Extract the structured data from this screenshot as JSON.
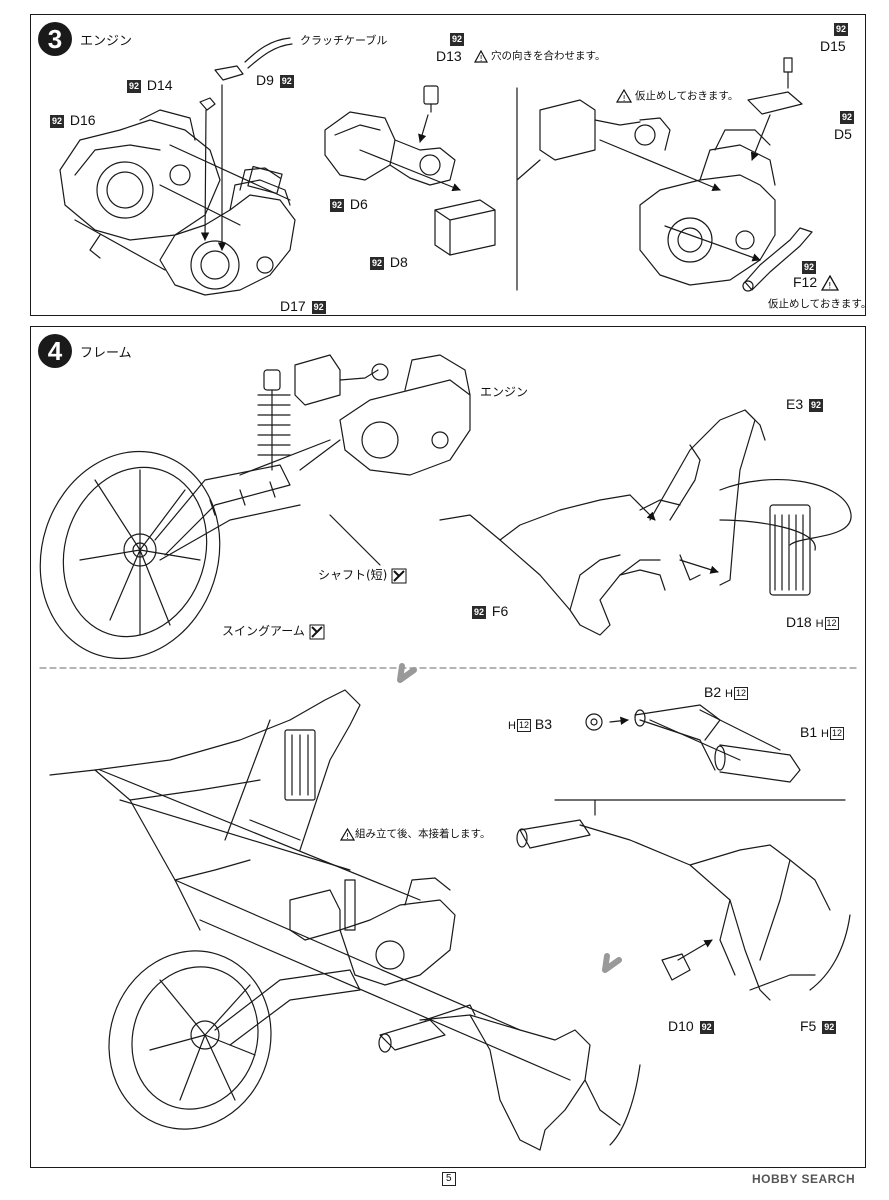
{
  "step3": {
    "number": "3",
    "title": "エンジン",
    "labels": {
      "clutch_cable": "クラッチケーブル",
      "d9": "D9",
      "d14": "D14",
      "d16": "D16",
      "d17": "D17",
      "d13": "D13",
      "d13_note": "穴の向きを合わせます。",
      "d6": "D6",
      "d8": "D8",
      "d15": "D15",
      "d5": "D5",
      "f12": "F12",
      "tack_note_top": "仮止めしておきます。",
      "tack_note_bottom": "仮止めしておきます。"
    },
    "badge": "92"
  },
  "step4": {
    "number": "4",
    "title": "フレーム",
    "labels": {
      "engine": "エンジン",
      "e3": "E3",
      "shaft": "シャフト(短)",
      "swing_arm": "スイングアーム",
      "f6": "F6",
      "d18": "D18",
      "b2": "B2",
      "b3": "B3",
      "b1": "B1",
      "assemble_note": "組み立て後、本接着します。",
      "d10": "D10",
      "f5": "F5"
    },
    "badge": "92",
    "hcode": "H",
    "hnum": "12"
  },
  "footer": {
    "page": "5",
    "watermark": "HOBBY SEARCH"
  }
}
